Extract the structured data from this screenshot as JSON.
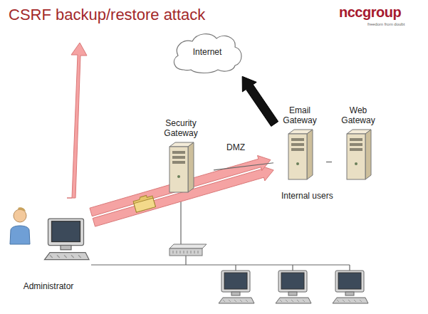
{
  "diagram": {
    "title": "CSRF backup/restore attack",
    "nodes": [
      {
        "text": [
          "Internet"
        ]
      },
      {
        "text": [
          "Security Gateway"
        ]
      },
      {
        "text": [
          "Email Gateway"
        ]
      },
      {
        "text": [
          "Web Gateway"
        ]
      },
      {
        "text": [
          "Administrator"
        ]
      }
    ],
    "edges": [
      {
        "from": 2,
        "to": 0,
        "arrow": "to"
      },
      {
        "from": 4,
        "to": 2,
        "arrow": "to"
      },
      {
        "from": 1,
        "to": 2,
        "arrow": "none"
      },
      {
        "from": 2,
        "to": 3,
        "arrow": "none"
      }
    ],
    "labels": [
      "DMZ",
      "Internal users",
      "nccgroup",
      "freedom from doubt"
    ]
  }
}
